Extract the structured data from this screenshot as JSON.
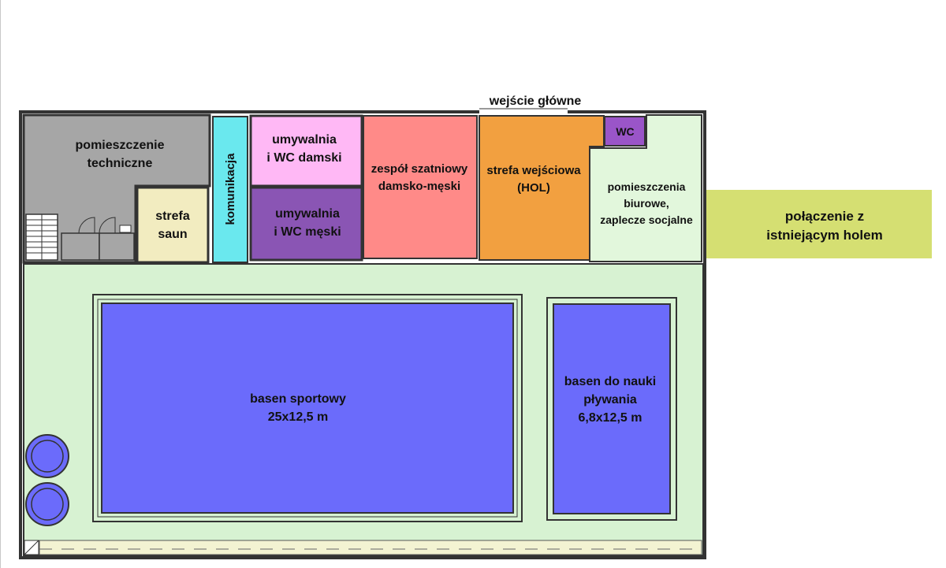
{
  "labels": {
    "entrance": [
      "wejście główne"
    ],
    "technical": [
      "pomieszczenie",
      "techniczne"
    ],
    "sauna": [
      "strefa",
      "saun"
    ],
    "communication": [
      "komunikacja"
    ],
    "wc_women": [
      "umywalnia",
      "i WC damski"
    ],
    "wc_men": [
      "umywalnia",
      "i WC męski"
    ],
    "changing": [
      "zespół szatniowy",
      "damsko-męski"
    ],
    "hall": [
      "strefa wejściowa",
      "(HOL)"
    ],
    "wc": [
      "WC"
    ],
    "offices": [
      "pomieszczenia",
      "biurowe,",
      "zaplecze socjalne"
    ],
    "connection": [
      "połączenie z",
      "istniejącym holem"
    ],
    "sport_pool": [
      "basen sportowy",
      "25x12,5 m"
    ],
    "learning_pool": [
      "basen do nauki",
      "pływania",
      "6,8x12,5 m"
    ]
  },
  "colors": {
    "technical": "#a6a6a6",
    "sauna": "#f2ecc0",
    "communication": "#6ae8ee",
    "wc_women": "#ffb8f5",
    "wc_men": "#8a55b4",
    "changing": "#ff8a88",
    "hall": "#f2a040",
    "wc": "#9a55c8",
    "offices": "#e2f7dc",
    "connection": "#d5df72",
    "pool_hall": "#d7f2d2",
    "pool_water": "#6b6bfb",
    "walkway": "#f3f3d2",
    "wall": "#333333"
  }
}
